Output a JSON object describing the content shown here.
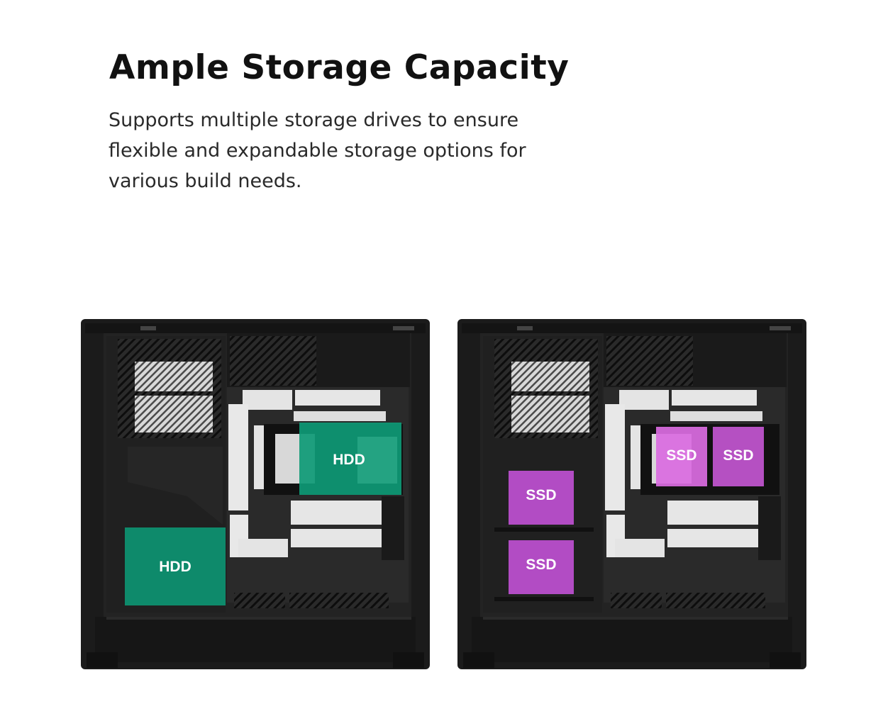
{
  "heading": "Ample Storage Capacity",
  "description": "Supports multiple storage drives to ensure flexible and expandable storage options for various build needs.",
  "colors": {
    "hdd": "#0e8a6b",
    "ssd": "#b24cc4",
    "case": "#1b1b1b"
  },
  "cases": {
    "left": {
      "drives": [
        {
          "label": "HDD"
        },
        {
          "label": "HDD"
        }
      ]
    },
    "right": {
      "drives": [
        {
          "label": "SSD"
        },
        {
          "label": "SSD"
        },
        {
          "label": "SSD"
        },
        {
          "label": "SSD"
        }
      ]
    }
  }
}
